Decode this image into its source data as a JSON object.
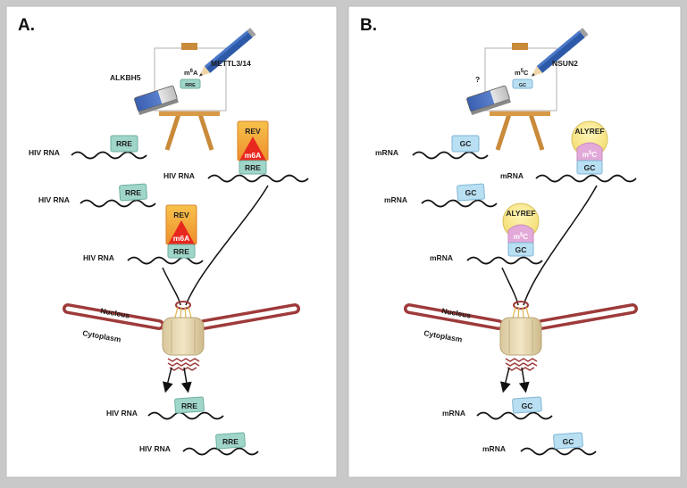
{
  "panel_a": {
    "letter": "A.",
    "writer": "METTL3/14",
    "eraser": "ALKBH5",
    "canvas_mod": "m6A",
    "canvas_mod_base": "m",
    "canvas_mod_sup": "6",
    "canvas_mod_tail": "A",
    "canvas_element": "RRE",
    "rna_label": "HIV RNA",
    "element": "RRE",
    "reader": "REV",
    "reader_mod": "m6A",
    "nucleus": "Nucleus",
    "cytoplasm": "Cytoplasm"
  },
  "panel_b": {
    "letter": "B.",
    "writer": "NSUN2",
    "eraser": "?",
    "canvas_mod": "m5C",
    "canvas_mod_base": "m",
    "canvas_mod_sup": "5",
    "canvas_mod_tail": "C",
    "canvas_element": "GC",
    "rna_label": "mRNA",
    "element": "GC",
    "reader": "ALYREF",
    "reader_mod": "m5C",
    "reader_mod_base": "m",
    "reader_mod_sup": "5",
    "reader_mod_tail": "C",
    "nucleus": "Nucleus",
    "cytoplasm": "Cytoplasm"
  },
  "colors": {
    "rre_fill": "#9fd6c9",
    "gc_fill": "#b9dff2",
    "rev_orange": "#f2a93b",
    "m6a_red": "#e8281e",
    "alyref_yellow": "#f8e98c",
    "m5c_pink": "#e3a9d9",
    "nucleus_red": "#9e3a3a",
    "pencil_blue": "#2d5aa8"
  }
}
